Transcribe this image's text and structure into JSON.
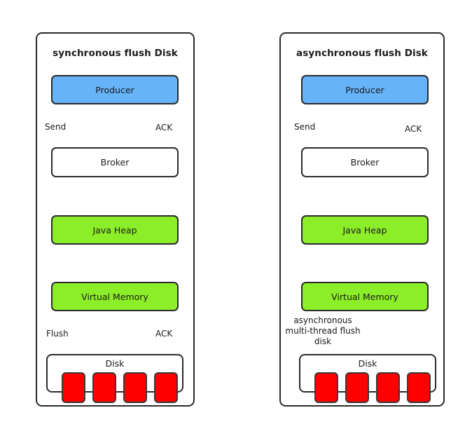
{
  "diagram": {
    "panels": [
      {
        "id": "synchronous",
        "title": "synchronous flush Disk",
        "nodes": [
          {
            "id": "producer",
            "label": "Producer",
            "color": "#66b3fa"
          },
          {
            "id": "broker",
            "label": "Broker",
            "color": "#ffffff"
          },
          {
            "id": "java-heap",
            "label": "Java Heap",
            "color": "#8cee28"
          },
          {
            "id": "virtual-memory",
            "label": "Virtual Memory",
            "color": "#8cee28"
          },
          {
            "id": "disk",
            "label": "Disk",
            "color": "#ffffff"
          }
        ],
        "disk_cells": 4,
        "disk_cell_color": "#ff0000",
        "edge_labels": [
          {
            "id": "send",
            "text": "Send"
          },
          {
            "id": "ack-top",
            "text": "ACK"
          },
          {
            "id": "flush",
            "text": "Flush"
          },
          {
            "id": "ack-bottom",
            "text": "ACK"
          }
        ],
        "flows": [
          {
            "id": "send-flow",
            "from": "producer",
            "to": "broker",
            "style": "solid",
            "color": "#1a1a1a",
            "direction": "down"
          },
          {
            "id": "enqueue",
            "from": "broker",
            "to": "java-heap",
            "style": "solid",
            "color": "#1a1a1a",
            "direction": "down"
          },
          {
            "id": "to-vm",
            "from": "java-heap",
            "to": "virtual-memory",
            "style": "solid",
            "color": "#1a1a1a",
            "direction": "down"
          },
          {
            "id": "flush-flow",
            "from": "virtual-memory",
            "to": "disk",
            "style": "solid",
            "color": "#1a1a1a",
            "direction": "down"
          },
          {
            "id": "ack-disk",
            "from": "disk",
            "to": "virtual-memory",
            "style": "solid",
            "color": "#0000ee",
            "direction": "up"
          },
          {
            "id": "ack-vm",
            "from": "virtual-memory",
            "to": "java-heap",
            "style": "solid",
            "color": "#0000ee",
            "direction": "up"
          },
          {
            "id": "ack-heap",
            "from": "java-heap",
            "to": "broker",
            "style": "solid",
            "color": "#0000ee",
            "direction": "up"
          },
          {
            "id": "ack-broker",
            "from": "broker",
            "to": "producer",
            "style": "solid",
            "color": "#0000ee",
            "direction": "up"
          }
        ]
      },
      {
        "id": "asynchronous",
        "title": "asynchronous flush Disk",
        "nodes": [
          {
            "id": "producer",
            "label": "Producer",
            "color": "#66b3fa"
          },
          {
            "id": "broker",
            "label": "Broker",
            "color": "#ffffff"
          },
          {
            "id": "java-heap",
            "label": "Java Heap",
            "color": "#8cee28"
          },
          {
            "id": "virtual-memory",
            "label": "Virtual Memory",
            "color": "#8cee28"
          },
          {
            "id": "disk",
            "label": "Disk",
            "color": "#ffffff"
          }
        ],
        "disk_cells": 4,
        "disk_cell_color": "#ff0000",
        "edge_labels": [
          {
            "id": "send",
            "text": "Send"
          },
          {
            "id": "ack-top",
            "text": "ACK"
          },
          {
            "id": "async-flush",
            "text": "asynchronous multi-thread flush disk"
          }
        ],
        "flows": [
          {
            "id": "send-flow",
            "from": "producer",
            "to": "broker",
            "style": "solid",
            "color": "#1a1a1a",
            "direction": "down"
          },
          {
            "id": "enqueue",
            "from": "broker",
            "to": "java-heap",
            "style": "solid",
            "color": "#1a1a1a",
            "direction": "down"
          },
          {
            "id": "to-vm",
            "from": "java-heap",
            "to": "virtual-memory",
            "style": "solid",
            "color": "#1a1a1a",
            "direction": "down"
          },
          {
            "id": "async-flush-flow",
            "from": "virtual-memory",
            "to": "disk",
            "style": "dashed",
            "color": "#1a1a1a",
            "direction": "down"
          },
          {
            "id": "ack-vm",
            "from": "virtual-memory",
            "to": "java-heap",
            "style": "solid",
            "color": "#0000ee",
            "direction": "up"
          },
          {
            "id": "ack-heap",
            "from": "java-heap",
            "to": "broker",
            "style": "solid",
            "color": "#0000ee",
            "direction": "up"
          },
          {
            "id": "ack-broker",
            "from": "broker",
            "to": "producer",
            "style": "solid",
            "color": "#0000ee",
            "direction": "up"
          }
        ]
      }
    ],
    "colors": {
      "stroke": "#2b2b2b",
      "ack_arrow": "#0000ee",
      "flow_arrow": "#1a1a1a",
      "producer_fill": "#66b3fa",
      "memory_fill": "#8cee28",
      "disk_cell_fill": "#ff0000",
      "background": "#ffffff"
    }
  }
}
